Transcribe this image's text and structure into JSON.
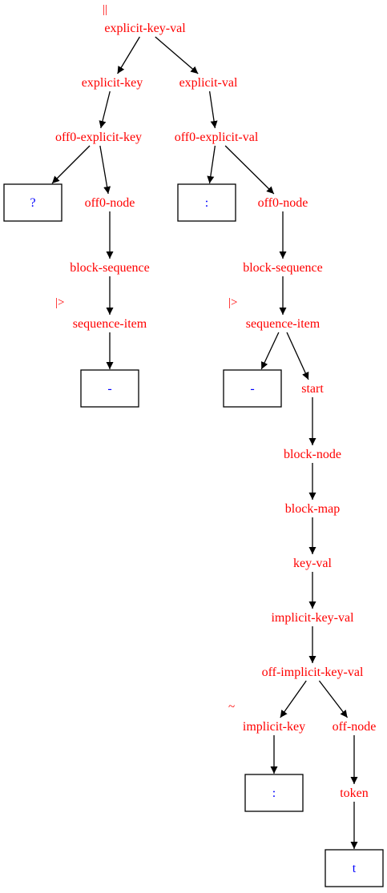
{
  "diagram": {
    "nodes": {
      "n_root": {
        "label": "explicit-key-val",
        "kind": "rule",
        "marker": "||"
      },
      "n_ek": {
        "label": "explicit-key",
        "kind": "rule"
      },
      "n_ev": {
        "label": "explicit-val",
        "kind": "rule"
      },
      "n_oek": {
        "label": "off0-explicit-key",
        "kind": "rule"
      },
      "n_oev": {
        "label": "off0-explicit-val",
        "kind": "rule"
      },
      "n_q": {
        "label": "?",
        "kind": "token"
      },
      "n_on1": {
        "label": "off0-node",
        "kind": "rule"
      },
      "n_colon1": {
        "label": ":",
        "kind": "token"
      },
      "n_on2": {
        "label": "off0-node",
        "kind": "rule"
      },
      "n_bs1": {
        "label": "block-sequence",
        "kind": "rule"
      },
      "n_bs2": {
        "label": "block-sequence",
        "kind": "rule"
      },
      "n_si1": {
        "label": "sequence-item",
        "kind": "rule",
        "marker": "|>"
      },
      "n_si2": {
        "label": "sequence-item",
        "kind": "rule",
        "marker": "|>"
      },
      "n_dash1": {
        "label": "-",
        "kind": "token"
      },
      "n_dash2": {
        "label": "-",
        "kind": "token"
      },
      "n_start": {
        "label": "start",
        "kind": "rule"
      },
      "n_bn": {
        "label": "block-node",
        "kind": "rule"
      },
      "n_bm": {
        "label": "block-map",
        "kind": "rule"
      },
      "n_kv": {
        "label": "key-val",
        "kind": "rule"
      },
      "n_ikv": {
        "label": "implicit-key-val",
        "kind": "rule"
      },
      "n_oikv": {
        "label": "off-implicit-key-val",
        "kind": "rule"
      },
      "n_ik": {
        "label": "implicit-key",
        "kind": "rule",
        "marker": "~"
      },
      "n_offn": {
        "label": "off-node",
        "kind": "rule"
      },
      "n_colon2": {
        "label": ":",
        "kind": "token"
      },
      "n_token": {
        "label": "token",
        "kind": "rule"
      },
      "n_t": {
        "label": "t",
        "kind": "token"
      }
    },
    "edges": [
      [
        "n_root",
        "n_ek"
      ],
      [
        "n_root",
        "n_ev"
      ],
      [
        "n_ek",
        "n_oek"
      ],
      [
        "n_ev",
        "n_oev"
      ],
      [
        "n_oek",
        "n_q"
      ],
      [
        "n_oek",
        "n_on1"
      ],
      [
        "n_oev",
        "n_colon1"
      ],
      [
        "n_oev",
        "n_on2"
      ],
      [
        "n_on1",
        "n_bs1"
      ],
      [
        "n_on2",
        "n_bs2"
      ],
      [
        "n_bs1",
        "n_si1"
      ],
      [
        "n_bs2",
        "n_si2"
      ],
      [
        "n_si1",
        "n_dash1"
      ],
      [
        "n_si2",
        "n_dash2"
      ],
      [
        "n_si2",
        "n_start"
      ],
      [
        "n_start",
        "n_bn"
      ],
      [
        "n_bn",
        "n_bm"
      ],
      [
        "n_bm",
        "n_kv"
      ],
      [
        "n_kv",
        "n_ikv"
      ],
      [
        "n_ikv",
        "n_oikv"
      ],
      [
        "n_oikv",
        "n_ik"
      ],
      [
        "n_oikv",
        "n_offn"
      ],
      [
        "n_ik",
        "n_colon2"
      ],
      [
        "n_offn",
        "n_token"
      ],
      [
        "n_token",
        "n_t"
      ]
    ]
  }
}
